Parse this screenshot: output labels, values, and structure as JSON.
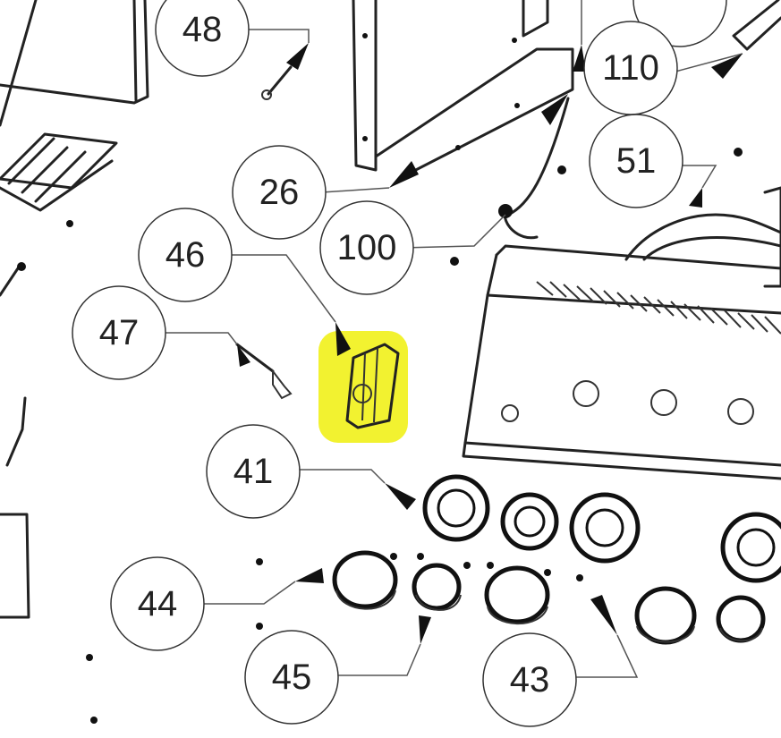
{
  "highlight_color": "#f2f230",
  "callouts": [
    {
      "id": "48",
      "label": "48"
    },
    {
      "id": "110",
      "label": "110"
    },
    {
      "id": "51",
      "label": "51"
    },
    {
      "id": "26",
      "label": "26"
    },
    {
      "id": "100",
      "label": "100"
    },
    {
      "id": "46",
      "label": "46"
    },
    {
      "id": "47",
      "label": "47"
    },
    {
      "id": "41",
      "label": "41"
    },
    {
      "id": "44",
      "label": "44"
    },
    {
      "id": "45",
      "label": "45"
    },
    {
      "id": "43",
      "label": "43"
    }
  ]
}
